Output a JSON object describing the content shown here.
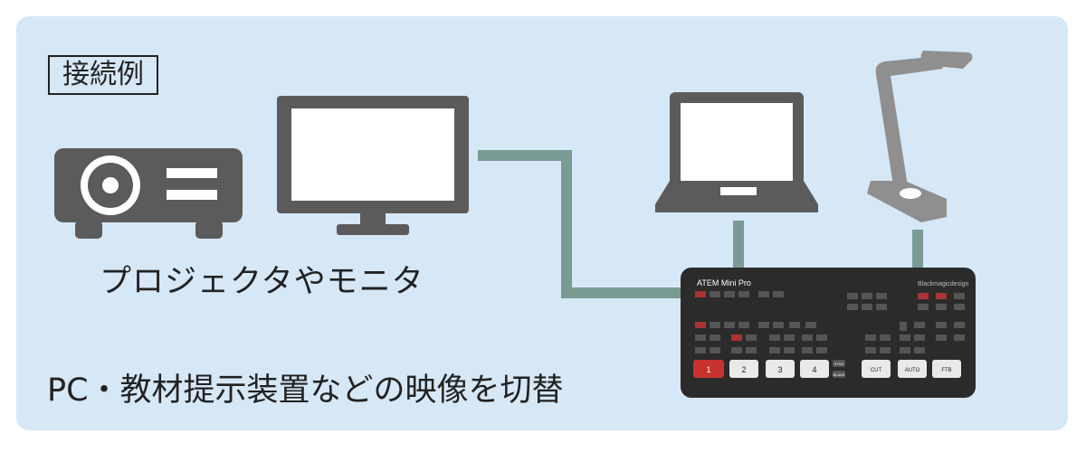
{
  "label": "接続例",
  "caption_top": "プロジェクタやモニタ",
  "caption_bottom": "PC・教材提示装置などの映像を切替",
  "switcher": {
    "brand_name": "ATEM Mini Pro",
    "logo_text": "Blackmagicdesign",
    "buttons": {
      "input1": "1",
      "input2": "2",
      "input3": "3",
      "input4": "4",
      "cut": "CUT",
      "auto": "AUTO",
      "ftb": "FTB",
      "sync": "SYNC",
      "black": "BLACK"
    }
  },
  "colors": {
    "panel": "#d6e7f6",
    "device": "#5b5b5b",
    "camera": "#8f8f8f",
    "cable": "#7a9b94",
    "switcher_body": "#2b2b2b",
    "switcher_red": "#c8332f"
  }
}
